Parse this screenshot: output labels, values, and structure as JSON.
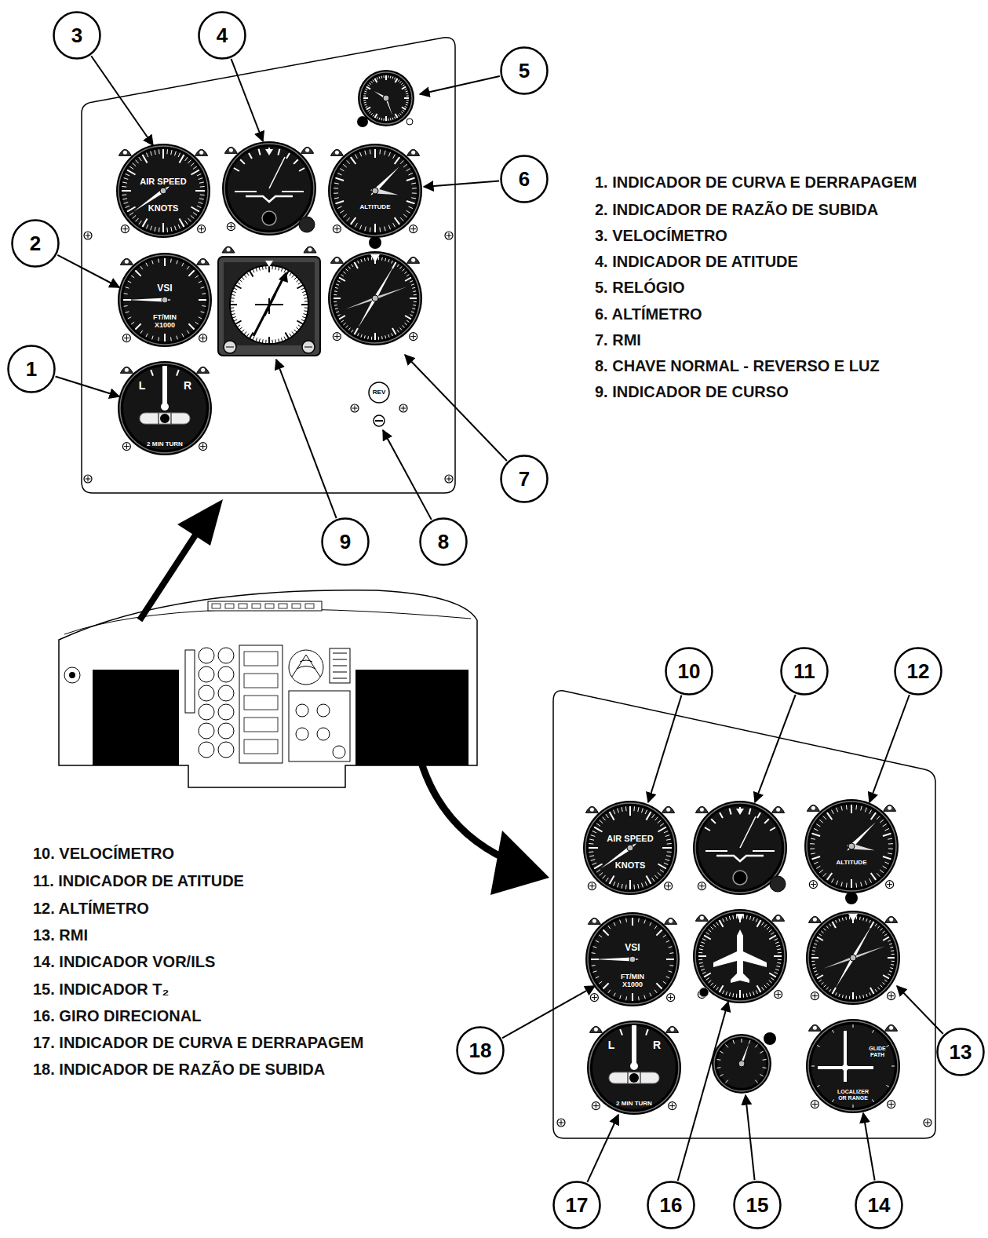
{
  "diagram": {
    "nodes": [
      {
        "text": [
          "3"
        ]
      },
      {
        "text": [
          "4"
        ]
      },
      {
        "text": [
          "5"
        ]
      },
      {
        "text": [
          "6"
        ]
      },
      {
        "text": [
          "2"
        ]
      },
      {
        "text": [
          "1"
        ]
      },
      {
        "text": [
          "7"
        ]
      },
      {
        "text": [
          "9"
        ]
      },
      {
        "text": [
          "8"
        ]
      },
      {
        "text": [
          "10"
        ]
      },
      {
        "text": [
          "11"
        ]
      },
      {
        "text": [
          "12"
        ]
      },
      {
        "text": [
          "18"
        ]
      },
      {
        "text": [
          "13"
        ]
      },
      {
        "text": [
          "17"
        ]
      },
      {
        "text": [
          "16"
        ]
      },
      {
        "text": [
          "15"
        ]
      },
      {
        "text": [
          "14"
        ]
      }
    ],
    "labels": [
      "1. INDICADOR DE CURVA E DERRAPAGEM",
      "2. INDICADOR DE RAZÃO DE SUBIDA",
      "3. VELOCÍMETRO",
      "4. INDICADOR DE ATITUDE",
      "5. RELÓGIO",
      "6. ALTÍMETRO",
      "7. RMI",
      "8. CHAVE NORMAL - REVERSO E LUZ",
      "9. INDICADOR DE CURSO",
      "10. VELOCÍMETRO",
      "11. INDICADOR DE ATITUDE",
      "12. ALTÍMETRO",
      "13. RMI",
      "14. INDICADOR VOR/ILS",
      "15. INDICADOR T₂",
      "16. GIRO DIRECIONAL",
      "17. INDICADOR DE CURVA E DERRAPAGEM",
      "18. INDICADOR DE RAZÃO DE SUBIDA",
      "AIR SPEED",
      "KNOTS",
      "ALTITUDE",
      "VSI",
      "FT/MIN X1000",
      "L",
      "R",
      "2 MIN TURN",
      "REV",
      "AIR SPEED",
      "KNOTS",
      "ALTITUDE",
      "VSI",
      "FT/MIN X1000",
      "L",
      "R",
      "2 MIN TURN",
      "GLIDE PATH",
      "LOCALIZER OR RANGE"
    ]
  }
}
